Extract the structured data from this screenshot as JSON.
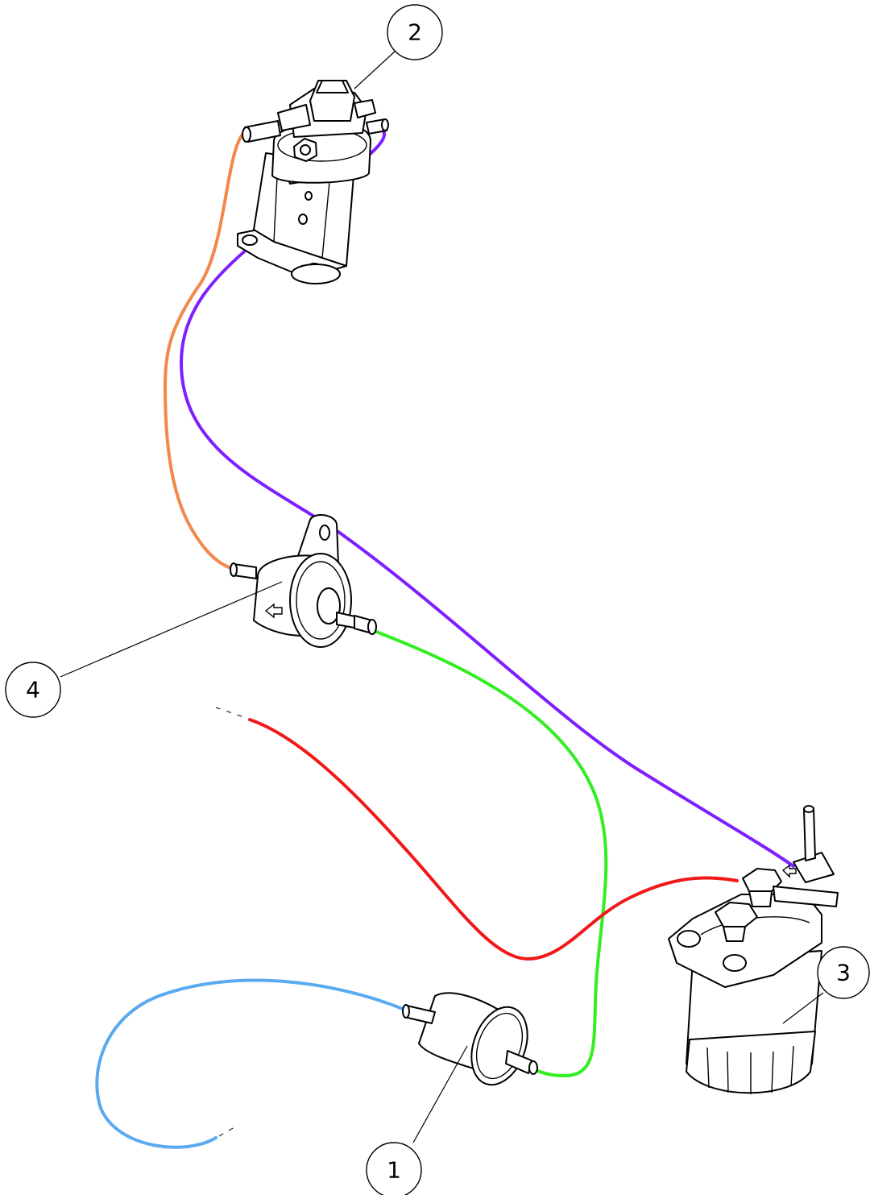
{
  "colors": {
    "hose_orange": "#f2884a",
    "hose_purple": "#7f1fff",
    "hose_green": "#33ee22",
    "hose_red": "#f01818",
    "hose_blue": "#5aaaf0",
    "line": "#000000",
    "background": "#ffffff"
  },
  "balloons": [
    {
      "id": "1",
      "label": "1"
    },
    {
      "id": "2",
      "label": "2"
    },
    {
      "id": "3",
      "label": "3"
    },
    {
      "id": "4",
      "label": "4"
    }
  ],
  "icons": {
    "flow_arrow": "flow-direction-arrow-icon"
  }
}
